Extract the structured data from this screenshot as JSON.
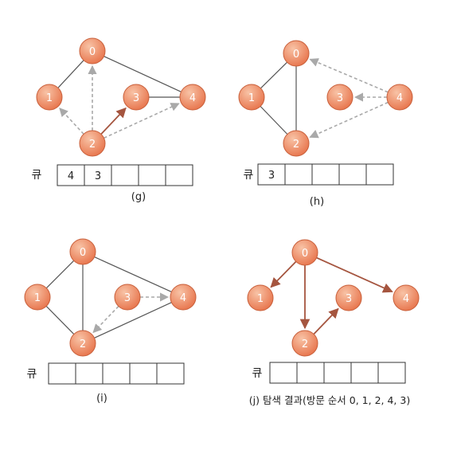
{
  "colors": {
    "node_fill": "#e8774f",
    "node_highlight": "#f8c3a6",
    "node_stroke": "#c85f3a",
    "node_text": "#ffffff",
    "edge": "#555555",
    "dashed": "#a9a9a9",
    "visited": "#a5553f",
    "queue_border": "#333333",
    "text": "#222222"
  },
  "panels": [
    {
      "id": "g",
      "caption": "(g)",
      "queue_label": "큐",
      "queue": [
        "4",
        "3",
        "",
        "",
        ""
      ],
      "nodes": [
        {
          "id": "0"
        },
        {
          "id": "1"
        },
        {
          "id": "2"
        },
        {
          "id": "3"
        },
        {
          "id": "4"
        }
      ],
      "edges": [
        {
          "from": "0",
          "to": "1",
          "style": "solid"
        },
        {
          "from": "0",
          "to": "4",
          "style": "solid"
        },
        {
          "from": "3",
          "to": "4",
          "style": "solid"
        },
        {
          "from": "2",
          "to": "0",
          "style": "dashed-arrow"
        },
        {
          "from": "2",
          "to": "1",
          "style": "dashed-arrow"
        },
        {
          "from": "2",
          "to": "4",
          "style": "dashed-arrow"
        },
        {
          "from": "2",
          "to": "3",
          "style": "visited-arrow"
        }
      ]
    },
    {
      "id": "h",
      "caption": "(h)",
      "queue_label": "큐",
      "queue": [
        "3",
        "",
        "",
        "",
        ""
      ],
      "nodes": [
        {
          "id": "0"
        },
        {
          "id": "1"
        },
        {
          "id": "2"
        },
        {
          "id": "3"
        },
        {
          "id": "4"
        }
      ],
      "edges": [
        {
          "from": "0",
          "to": "1",
          "style": "solid"
        },
        {
          "from": "0",
          "to": "2",
          "style": "solid"
        },
        {
          "from": "1",
          "to": "2",
          "style": "solid"
        },
        {
          "from": "4",
          "to": "0",
          "style": "dashed-arrow"
        },
        {
          "from": "4",
          "to": "3",
          "style": "dashed-arrow"
        },
        {
          "from": "4",
          "to": "2",
          "style": "dashed-arrow"
        }
      ]
    },
    {
      "id": "i",
      "caption": "(i)",
      "queue_label": "큐",
      "queue": [
        "",
        "",
        "",
        "",
        ""
      ],
      "nodes": [
        {
          "id": "0"
        },
        {
          "id": "1"
        },
        {
          "id": "2"
        },
        {
          "id": "3"
        },
        {
          "id": "4"
        }
      ],
      "edges": [
        {
          "from": "0",
          "to": "1",
          "style": "solid"
        },
        {
          "from": "0",
          "to": "2",
          "style": "solid"
        },
        {
          "from": "0",
          "to": "4",
          "style": "solid"
        },
        {
          "from": "1",
          "to": "2",
          "style": "solid"
        },
        {
          "from": "2",
          "to": "4",
          "style": "solid"
        },
        {
          "from": "3",
          "to": "4",
          "style": "dashed-arrow"
        },
        {
          "from": "3",
          "to": "2",
          "style": "dashed-arrow"
        }
      ]
    },
    {
      "id": "j",
      "caption": "(j) 탐색 결과(방문 순서 0, 1, 2, 4, 3)",
      "queue_label": "큐",
      "queue": [
        "",
        "",
        "",
        "",
        ""
      ],
      "nodes": [
        {
          "id": "0"
        },
        {
          "id": "1"
        },
        {
          "id": "2"
        },
        {
          "id": "3"
        },
        {
          "id": "4"
        }
      ],
      "edges": [
        {
          "from": "0",
          "to": "1",
          "style": "visited-arrow"
        },
        {
          "from": "0",
          "to": "2",
          "style": "visited-arrow"
        },
        {
          "from": "0",
          "to": "4",
          "style": "visited-arrow"
        },
        {
          "from": "2",
          "to": "3",
          "style": "visited-arrow"
        }
      ]
    }
  ]
}
